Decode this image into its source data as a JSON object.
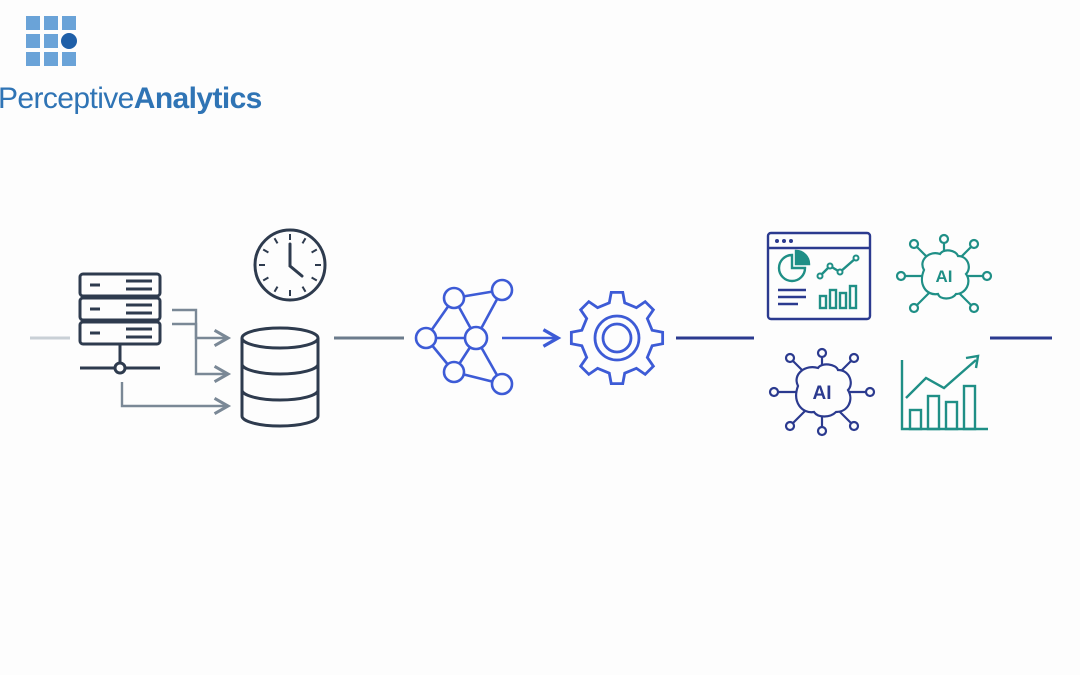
{
  "brand": {
    "name_part1": "Perceptive",
    "name_part2": "Analytics",
    "color": "#2f74b5",
    "accent": "#1f5fa8"
  },
  "icons": {
    "server": "server-rack-icon",
    "clock": "clock-icon",
    "database": "database-icon",
    "network": "neural-network-icon",
    "gear": "gear-icon",
    "dashboard": "dashboard-icon",
    "ai_brain_1": "ai-brain-icon",
    "ai_brain_2": "ai-brain-icon",
    "growth_chart": "growth-chart-icon"
  },
  "labels": {
    "ai_top": "AI",
    "ai_bottom": "AI"
  },
  "colors": {
    "gray_line": "#6b7b8c",
    "dark_slate": "#2e3b4e",
    "blue": "#3d5bd6",
    "navy": "#2b3a8f",
    "teal": "#1f8f86"
  }
}
